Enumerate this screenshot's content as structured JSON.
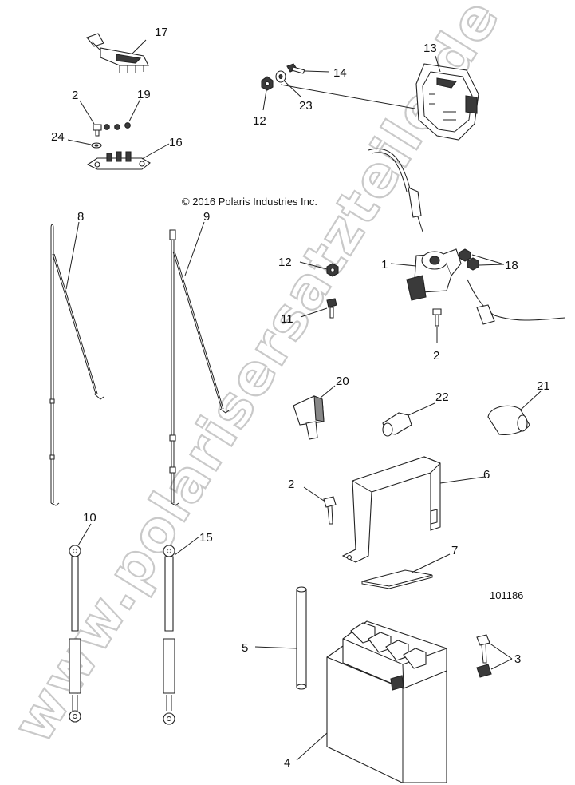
{
  "copyright": "© 2016 Polaris Industries Inc.",
  "reference_number": "101186",
  "watermark": "www.polarisersatzteile.de",
  "callouts": {
    "c1": "1",
    "c2a": "2",
    "c2b": "2",
    "c2c": "2",
    "c3": "3",
    "c4": "4",
    "c5": "5",
    "c6": "6",
    "c7": "7",
    "c8": "8",
    "c9": "9",
    "c10": "10",
    "c11": "11",
    "c12a": "12",
    "c12b": "12",
    "c13": "13",
    "c14": "14",
    "c15": "15",
    "c16": "16",
    "c17": "17",
    "c18": "18",
    "c19": "19",
    "c20": "20",
    "c21": "21",
    "c22": "22",
    "c23": "23",
    "c24": "24"
  }
}
